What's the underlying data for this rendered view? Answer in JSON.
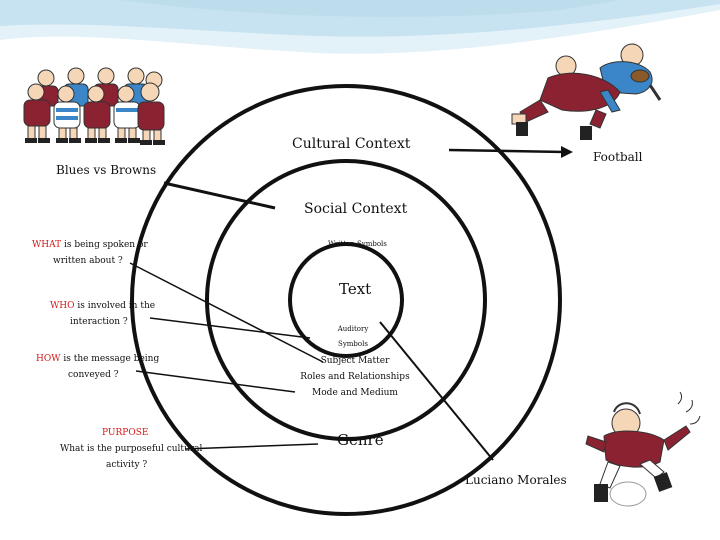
{
  "diagram": {
    "labels": {
      "cultural_context": "Cultural Context",
      "social_context": "Social Context",
      "text": "Text",
      "genre": "Genre",
      "football": "Football",
      "blues_vs_browns": "Blues vs Browns",
      "luciano_morales": "Luciano Morales",
      "written_symbols": "Written Symbols",
      "auditory_line1": "Auditory",
      "auditory_line2": "Symbols",
      "subject_matter": "Subject Matter",
      "roles_relationships": "Roles and Relationships",
      "mode_medium": "Mode and Medium"
    },
    "questions": {
      "what_keyword": "WHAT",
      "what_rest": " is being spoken or",
      "what_line2": "written about ?",
      "who_keyword": "WHO",
      "who_rest": " is involved in the",
      "who_line2": "interaction ?",
      "how_keyword": "HOW",
      "how_rest": " is the message being",
      "how_line2": "conveyed ?",
      "purpose_keyword": "PURPOSE",
      "purpose_line2": "What is the purposeful cultural",
      "purpose_line3": "activity ?"
    },
    "colors": {
      "keyword": "#d21a1a",
      "wave_top": "#cfe6f2",
      "jersey_maroon": "#8b2232",
      "jersey_blue": "#3a86c8"
    }
  }
}
